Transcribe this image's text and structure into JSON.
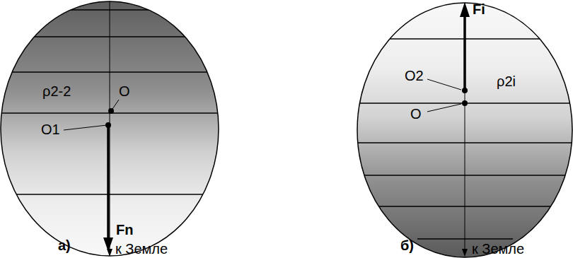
{
  "diagram": {
    "labels": [
      "ρ2-2",
      "O",
      "O1",
      "Fn",
      "к Земле",
      "а)",
      "Fi",
      "O2",
      "ρ2i",
      "O",
      "к Земле",
      "б)"
    ]
  }
}
